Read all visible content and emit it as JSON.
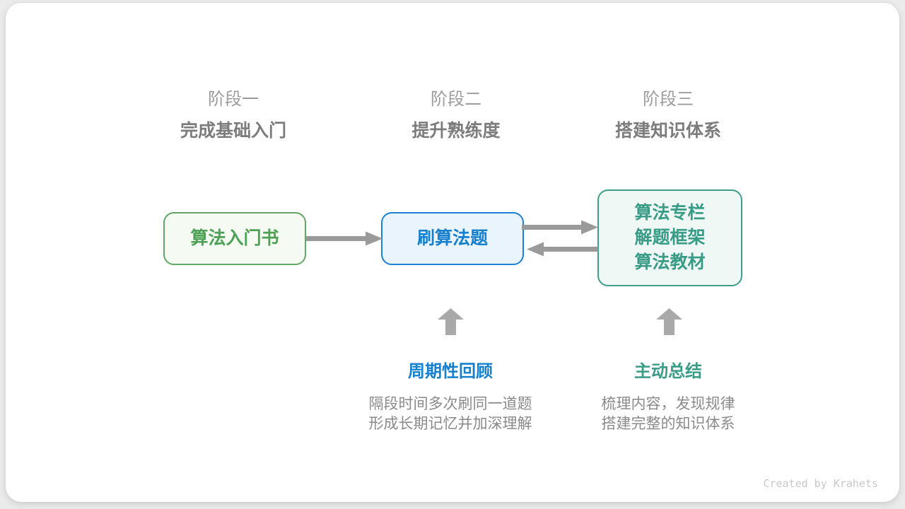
{
  "page": {
    "background_color": "#ebebeb",
    "card_background_color": "#ffffff"
  },
  "stages": [
    {
      "label": "阶段一",
      "subtitle": "完成基础入门"
    },
    {
      "label": "阶段二",
      "subtitle": "提升熟练度"
    },
    {
      "label": "阶段三",
      "subtitle": "搭建知识体系"
    }
  ],
  "nodes": [
    {
      "name": "beginner-book",
      "lines": [
        "算法入门书"
      ],
      "text_color": "#4ca155",
      "border_color": "#63a667",
      "fill_color": "#f5faf3"
    },
    {
      "name": "practice-problems",
      "lines": [
        "刷算法题"
      ],
      "text_color": "#1680ce",
      "border_color": "#1c80d4",
      "fill_color": "#eaf4fc"
    },
    {
      "name": "knowledge-sources",
      "lines": [
        "算法专栏",
        "解题框架",
        "算法教材"
      ],
      "text_color": "#399c87",
      "border_color": "#3d9e89",
      "fill_color": "#f0f8f5"
    }
  ],
  "connectors": {
    "horizontal_arrow_color": "#9a9a9a",
    "block_arrow_color": "#a9a9a9"
  },
  "annotations": [
    {
      "title": "周期性回顾",
      "title_color": "#1680ce",
      "desc_line1": "隔段时间多次刷同一道题",
      "desc_line2": "形成长期记忆并加深理解"
    },
    {
      "title": "主动总结",
      "title_color": "#399c87",
      "desc_line1": "梳理内容，发现规律",
      "desc_line2": "搭建完整的知识体系"
    }
  ],
  "footer": {
    "credit": "Created by Krahets"
  }
}
